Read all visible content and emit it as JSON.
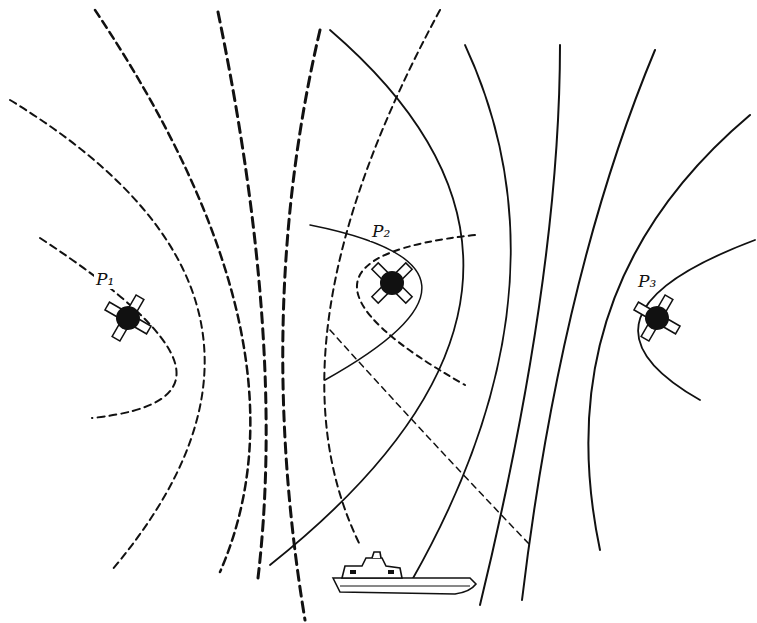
{
  "diagram": {
    "labels": [
      "P₁",
      "P₂",
      "P₃"
    ]
  }
}
